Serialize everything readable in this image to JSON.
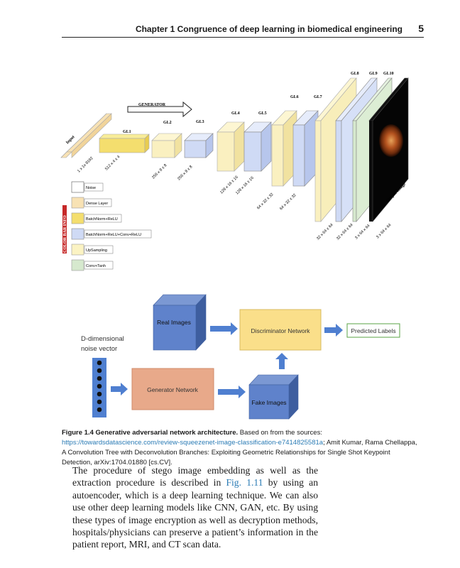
{
  "header": {
    "title": "Chapter 1  Congruence of deep learning in biomedical engineering",
    "page_number": "5"
  },
  "generator_diagram": {
    "arrow_label": "GENERATOR",
    "input_label": "Input",
    "output_label": "Output Image",
    "layers": [
      {
        "name": "",
        "dims": "1 x 1x 8192"
      },
      {
        "name": "GL1",
        "dims": "512 x 4 x 4"
      },
      {
        "name": "GL2",
        "dims": "256 x 8 x 8"
      },
      {
        "name": "GL3",
        "dims": "256 x 8 x 8"
      },
      {
        "name": "GL4",
        "dims": "128 x 16 x 16"
      },
      {
        "name": "GL5",
        "dims": "128 x 16 x 16"
      },
      {
        "name": "GL6",
        "dims": "64 x 32 x 32"
      },
      {
        "name": "GL7",
        "dims": "64 x 32 x 32"
      },
      {
        "name": "GL8",
        "dims": "32 x 64 x 64"
      },
      {
        "name": "GL9",
        "dims": "32 x 64 x 64"
      },
      {
        "name": "GL10",
        "dims": "3 x 64 x 64"
      },
      {
        "name": "",
        "dims": "3 x 64 x 64"
      }
    ],
    "legend_title": "COLOR BAR INFO",
    "legend": [
      {
        "label": "Noise",
        "color": "#ffffff"
      },
      {
        "label": "Dense Layer",
        "color": "#f8e2b4"
      },
      {
        "label": "BatchNorm+ReLU",
        "color": "#f4de6e"
      },
      {
        "label": "BatchNorm+ReLU+Conv+ReLU",
        "color": "#cfdaf5"
      },
      {
        "label": "UpSampling",
        "color": "#fbf3c3"
      },
      {
        "label": "Conv+Tanh",
        "color": "#d6e9ce"
      }
    ]
  },
  "gan_diagram": {
    "noise_label_line1": "D-dimensional",
    "noise_label_line2": "noise vector",
    "real_images": "Real Images",
    "fake_images": "Fake Images",
    "generator_network": "Generator Network",
    "discriminator_network": "Discriminator Network",
    "predicted_labels": "Predicted Labels"
  },
  "caption": {
    "label": "Figure 1.4",
    "title": "Generative adversarial network architecture.",
    "text1": " Based on from the sources: ",
    "link": "https://towardsdatascience.com/review-squeezenet-image-classification-e7414825581a",
    "text2": "; Amit Kumar, Rama Chellappa, A Convolution Tree with Deconvolution Branches: Exploiting Geometric Relationships for Single Shot Keypoint Detection, arXiv:1704.01880 [cs.CV]."
  },
  "body": {
    "text1": "The procedure of stego image embedding as well as the extraction procedure is described in ",
    "link": "Fig. 1.11",
    "text2": " by using an autoencoder, which is a deep learning technique. We can also use other deep learning models like CNN, GAN, etc. By using these types of image encryption as well as decryption methods, hospitals/physicians can preserve a patient’s information in the patient report, MRI, and CT scan data."
  }
}
